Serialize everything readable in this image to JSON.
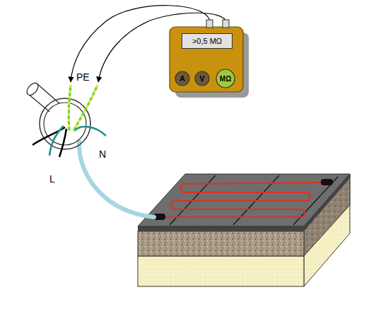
{
  "diagram": {
    "nodes": [
      {
        "text": [
          ">0,5 MΩ"
        ]
      },
      {
        "text": [
          "A"
        ]
      },
      {
        "text": [
          "V"
        ]
      },
      {
        "text": [
          "MΩ"
        ]
      }
    ],
    "labels": [
      "PE",
      "N",
      "L"
    ]
  }
}
